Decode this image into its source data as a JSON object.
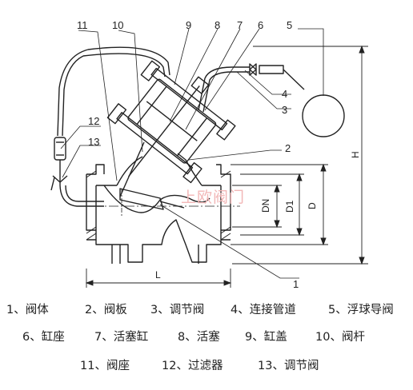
{
  "callouts": {
    "c1": "1",
    "c2": "2",
    "c3": "3",
    "c4": "4",
    "c5": "5",
    "c6": "6",
    "c7": "7",
    "c8": "8",
    "c9": "9",
    "c10": "10",
    "c11": "11",
    "c12": "12",
    "c13": "13"
  },
  "dimensions": {
    "L": "L",
    "H": "H",
    "DN": "DN",
    "D1": "D1",
    "D": "D"
  },
  "watermark": "上欧阀门",
  "legend": {
    "row1": [
      "1、阀体",
      "2、阀板",
      "3、调节阀",
      "4、连接管道",
      "5、浮球导阀"
    ],
    "row2": [
      "6、缸座",
      "7、活塞缸",
      "8、活塞",
      "9、缸盖",
      "10、阀杆"
    ],
    "row3": [
      "11、阀座",
      "12、过滤器",
      "13、调节阀"
    ]
  }
}
